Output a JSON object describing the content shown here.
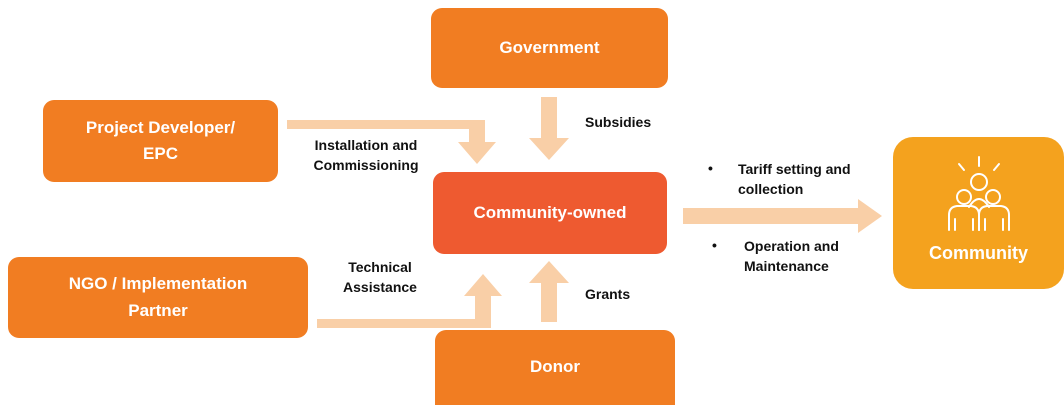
{
  "nodes": {
    "government": "Government",
    "developer_line1": "Project Developer/",
    "developer_line2": "EPC",
    "ngo_line1": "NGO / Implementation",
    "ngo_line2": "Partner",
    "community_owned": "Community-owned",
    "donor": "Donor",
    "community": "Community"
  },
  "edges": {
    "subsidies": "Subsidies",
    "installation_line1": "Installation and",
    "installation_line2": "Commissioning",
    "technical_line1": "Technical",
    "technical_line2": "Assistance",
    "grants": "Grants"
  },
  "services": [
    {
      "line1": "Tariff setting and",
      "line2": "collection"
    },
    {
      "line1": "Operation and",
      "line2": "Maintenance"
    }
  ],
  "colors": {
    "orange": "#F17D22",
    "red": "#EE5A30",
    "community": "#F4A21E",
    "arrow": "#F9CFA7"
  },
  "icons": {
    "community": "people-group-icon"
  }
}
